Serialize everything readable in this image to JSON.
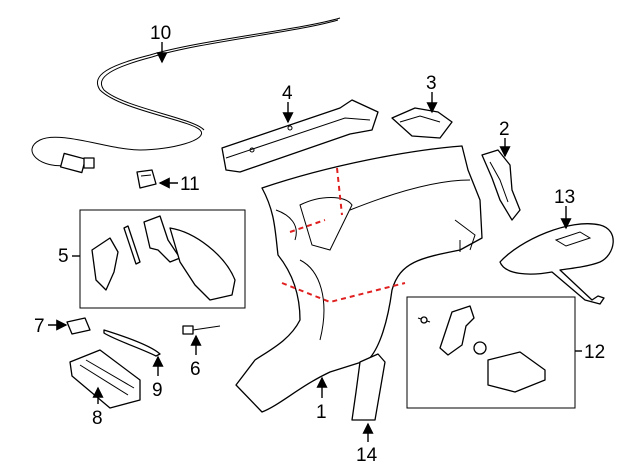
{
  "callouts": {
    "c1": "1",
    "c2": "2",
    "c3": "3",
    "c4": "4",
    "c5": "5",
    "c6": "6",
    "c7": "7",
    "c8": "8",
    "c9": "9",
    "c10": "10",
    "c11": "11",
    "c12": "12",
    "c13": "13",
    "c14": "14"
  },
  "colors": {
    "line": "#000000",
    "cut_line": "#e02020",
    "background": "#ffffff"
  }
}
